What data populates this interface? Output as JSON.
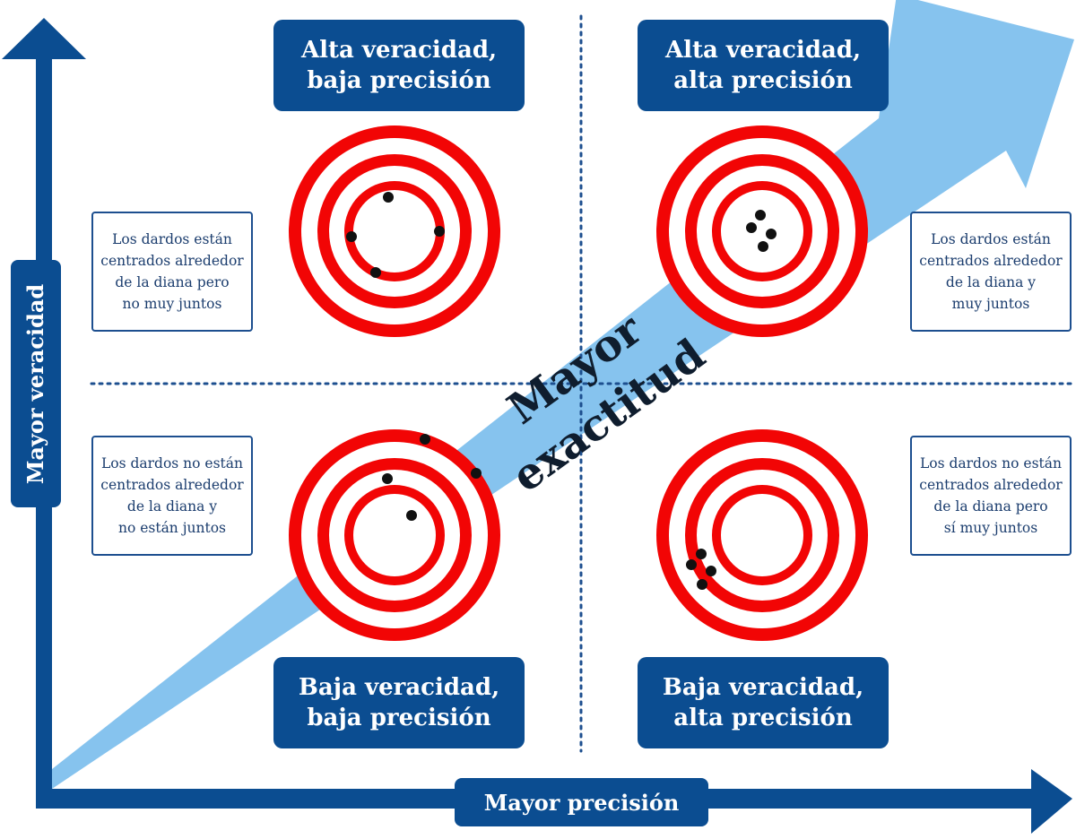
{
  "colors": {
    "navy": "#0b4d91",
    "light_blue": "#86c3ee",
    "red": "#f20505",
    "white": "#ffffff",
    "dart": "#111111",
    "dotted": "#1d4f8f"
  },
  "axes": {
    "y_label": "Mayor veracidad",
    "x_label": "Mayor precisión"
  },
  "diagonal": {
    "label": "Mayor\nexactitud"
  },
  "quadrants": {
    "top_left": {
      "title": "Alta veracidad,\nbaja precisión",
      "description": "Los dardos están\ncentrados alrededor\nde la diana pero\nno muy juntos"
    },
    "top_right": {
      "title": "Alta veracidad,\nalta precisión",
      "description": "Los dardos están\ncentrados alrededor\nde la diana y\nmuy juntos"
    },
    "bottom_left": {
      "title": "Baja veracidad,\nbaja precisión",
      "description": "Los dardos no están\ncentrados alrededor\nde la diana y\nno están juntos"
    },
    "bottom_right": {
      "title": "Baja veracidad,\nalta precisión",
      "description": "Los dardos no están\ncentrados alrededor\nde la diana pero\nsí muy juntos"
    }
  }
}
